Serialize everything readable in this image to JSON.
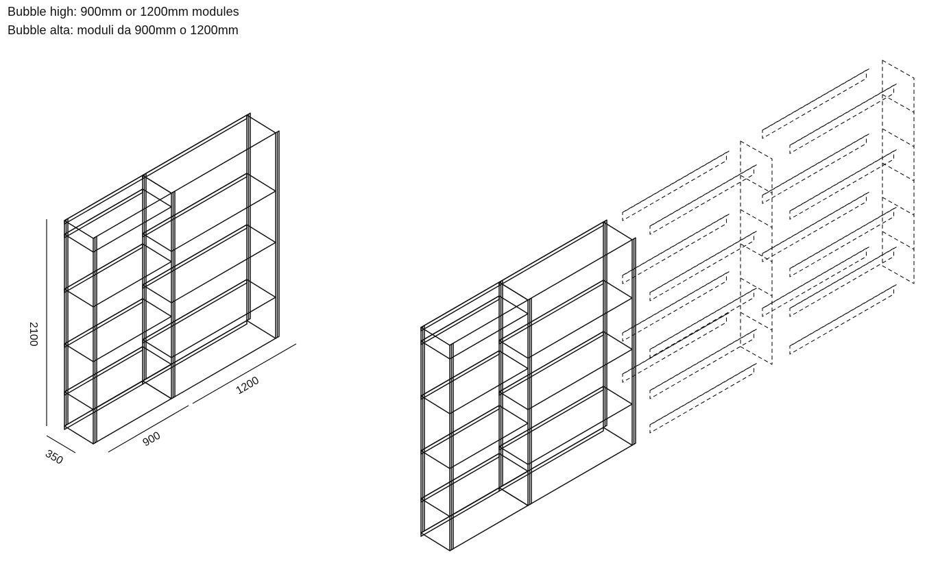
{
  "caption": {
    "line_en": "Bubble high: 900mm or 1200mm modules",
    "line_it": "Bubble alta: moduli da 900mm o 1200mm"
  },
  "dimensions": {
    "height": "2100",
    "depth": "350",
    "width_small": "900",
    "width_large": "1200"
  },
  "style": {
    "line_color": "#111111",
    "background": "#ffffff"
  }
}
